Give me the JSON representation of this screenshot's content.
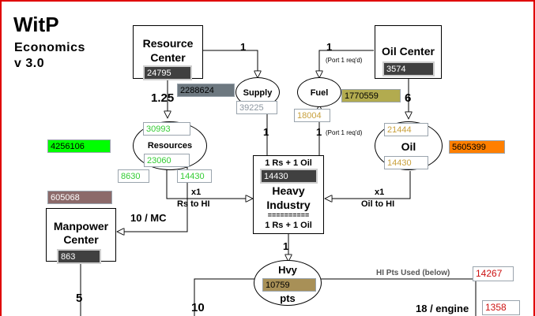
{
  "header": {
    "title": "WitP",
    "subtitle": "Economics",
    "version": "v 3.0"
  },
  "colors": {
    "frame": "#e00000",
    "resources_text": "#33cc33",
    "fuel_text": "#c8a03c",
    "supply_text": "#8c96a0",
    "red_text": "#cc1111",
    "manpower_fill": "#8c6a6a",
    "slate_fill": "#6d7880",
    "fuel_fill": "#b2ab4f",
    "green_fill": "#00ff00",
    "orange_fill": "#ff7f00",
    "hvy_fill": "#a89057"
  },
  "nodes": {
    "resource_center": {
      "title_line1": "Resource",
      "title_line2": "Center",
      "value": "24795"
    },
    "oil_center": {
      "title": "Oil Center",
      "value": "3574"
    },
    "supply": {
      "label": "Supply",
      "value": "39225"
    },
    "fuel": {
      "label": "Fuel",
      "value": "18004"
    },
    "resources": {
      "label": "Resources",
      "value_top": "30993",
      "value_main": "23060",
      "value_left": "8630",
      "value_right": "14430"
    },
    "oil": {
      "label": "Oil",
      "value_top": "21444",
      "value_bottom": "14430"
    },
    "heavy_industry": {
      "top_label": "1 Rs + 1 Oil",
      "value": "14430",
      "title_line1": "Heavy",
      "title_line2": "Industry",
      "divider": "==========",
      "bottom_label": "1 Rs + 1 Oil"
    },
    "manpower_center": {
      "title_line1": "Manpower",
      "title_line2": "Center",
      "value": "863"
    },
    "hvy_pts": {
      "label_top": "Hvy",
      "value": "10759",
      "label_bottom": "pts"
    }
  },
  "floating_values": {
    "slate": "2288624",
    "fuel": "1770559",
    "green": "4256106",
    "orange": "5605399",
    "manpower": "605068"
  },
  "edge_labels": {
    "rc_to_supply": "1",
    "oil_to_fuel": "1",
    "port_req_top": "(Port 1 req'd)",
    "rc_to_resources": "1.25",
    "oil_to_oil": "6",
    "supply_from_hi": "1",
    "fuel_from_hi": "1",
    "port_req_mid": "(Port 1 req'd)",
    "rs_to_hi_mult": "x1",
    "rs_to_hi": "Rs to HI",
    "oil_to_hi_mult": "x1",
    "oil_to_hi": "Oil to HI",
    "mc_ratio": "10 / MC",
    "hi_to_hvy": "1",
    "manpower_out": "5",
    "hvy_left": "10",
    "engine": "18 / engine"
  },
  "hi_pts": {
    "label": "HI Pts Used (below)",
    "value": "14267",
    "engine_value": "1358"
  }
}
